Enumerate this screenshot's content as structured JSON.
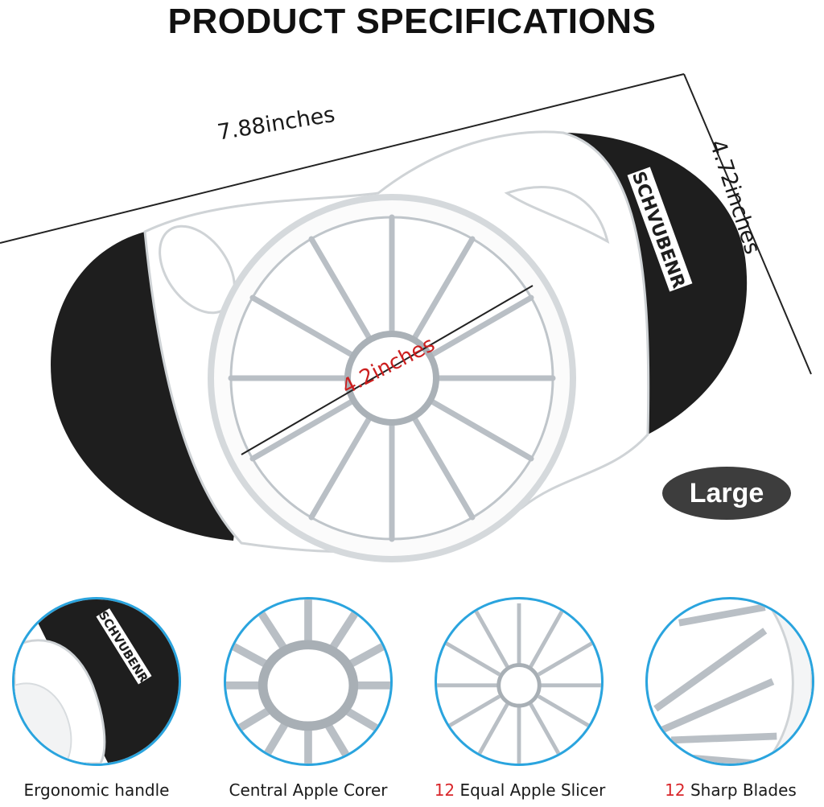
{
  "title": "PRODUCT SPECIFICATIONS",
  "brand": "SCHVUBENR",
  "dimensions": {
    "length": "7.88inches",
    "width": "4.72inches",
    "diameter": "4.2inches"
  },
  "size_badge": "Large",
  "features": [
    {
      "number": "",
      "label": "Ergonomic handle",
      "icon": "handle-closeup-icon"
    },
    {
      "number": "",
      "label": "Central Apple Corer",
      "icon": "corer-closeup-icon"
    },
    {
      "number": "12",
      "label": " Equal Apple Slicer",
      "icon": "slicer-closeup-icon"
    },
    {
      "number": "12",
      "label": " Sharp Blades",
      "icon": "blades-closeup-icon"
    }
  ],
  "colors": {
    "handle": "#1e1e1e",
    "frame": "#ffffff",
    "blade": "#c9ced3",
    "accent_circle": "#2aa4de",
    "dimension_highlight": "#cc1f1f"
  }
}
